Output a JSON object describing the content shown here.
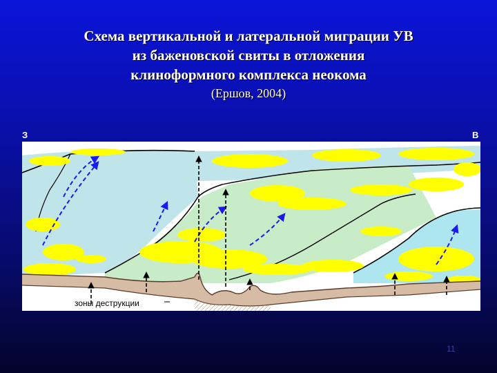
{
  "slide": {
    "title_lines": [
      "Схема вертикальной и латеральной миграции УВ",
      "из баженовской свиты в отложения",
      "клиноформного комплекса неокома"
    ],
    "subtitle": "(Ершов, 2004)",
    "direction_west": "З",
    "direction_east": "В",
    "destruction_zones_label": "зоны деструкции",
    "page_number": "11"
  },
  "diagram": {
    "colors": {
      "background_top": "#0a14d8",
      "background_bottom": "#03042a",
      "sand_bodies": "#ffff00",
      "clinoform_light_blue": "#bfe4ea",
      "clinoform_green": "#c8ecc8",
      "clinoform_pale_blue": "#aee6f0",
      "basement_brown": "#d7bca5",
      "lateral_migration_arrow": "#1a1aee",
      "vertical_migration_arrow": "#000000"
    },
    "lateral_migration_arrow_count": 6,
    "vertical_migration_arrow_count": 7
  }
}
